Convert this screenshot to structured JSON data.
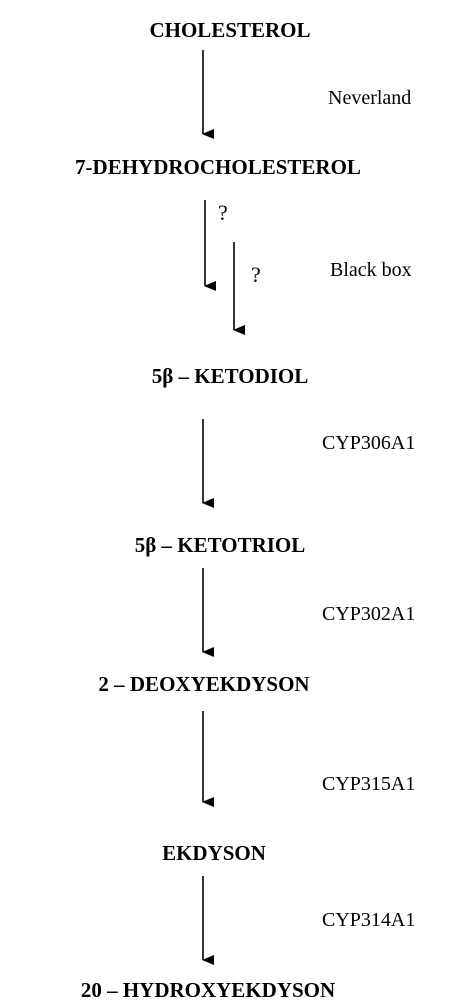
{
  "compounds": {
    "cholesterol": "CHOLESTEROL",
    "dehydrocholesterol": "7-DEHYDROCHOLESTEROL",
    "ketodiol": "5β – KETODIOL",
    "ketotriol": "5β – KETOTRIOL",
    "deoxyekdyson": "2 – DEOXYEKDYSON",
    "ekdyson": "EKDYSON",
    "hydroxyekdyson": "20 – HYDROXYEKDYSON"
  },
  "steps": {
    "neverland": "Neverland",
    "black_box": "Black box",
    "unknown_1": "?",
    "unknown_2": "?",
    "cyp306a1": "CYP306A1",
    "cyp302a1": "CYP302A1",
    "cyp315a1": "CYP315A1",
    "cyp314a1": "CYP314A1"
  }
}
